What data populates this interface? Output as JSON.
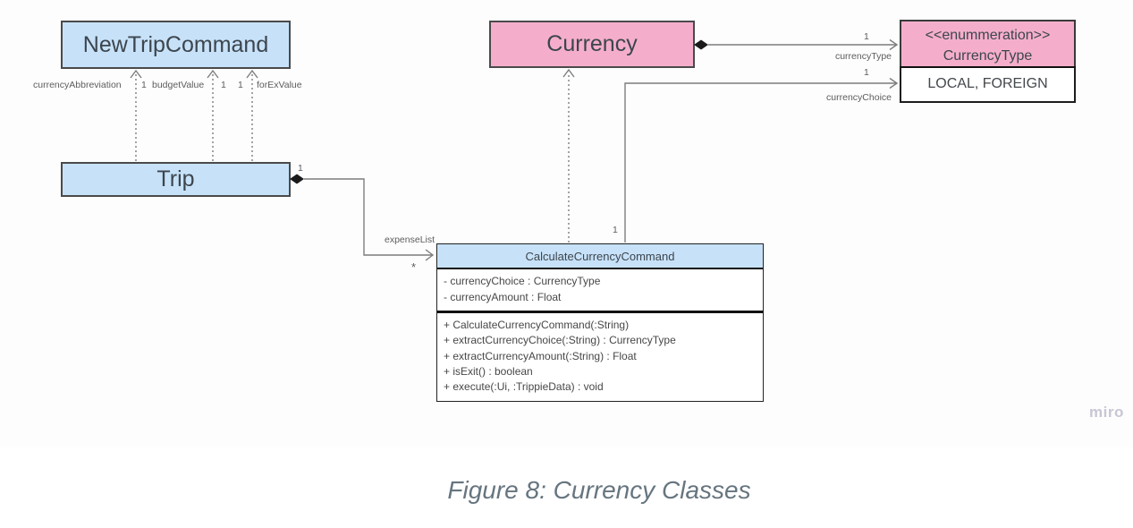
{
  "colors": {
    "box_blue": "#c7e2f8",
    "box_pink": "#f4aecb",
    "box_border": "#4a4a4a",
    "line_gray": "#7d7d7d",
    "caption_color": "#66757f",
    "watermark_color": "#c8c6d3"
  },
  "classes": {
    "new_trip_command": {
      "name": "NewTripCommand"
    },
    "trip": {
      "name": "Trip"
    },
    "currency": {
      "name": "Currency"
    },
    "currency_type": {
      "stereotype": "<<enummeration>>",
      "name": "CurrencyType",
      "literals": "LOCAL, FOREIGN"
    },
    "calculate_currency_command": {
      "name": "CalculateCurrencyCommand",
      "attributes": [
        "- currencyChoice : CurrencyType",
        "- currencyAmount : Float"
      ],
      "methods": [
        "+ CalculateCurrencyCommand(:String)",
        "+ extractCurrencyChoice(:String) : CurrencyType",
        "+ extractCurrencyAmount(:String) : Float",
        "+ isExit() : boolean",
        "+ execute(:Ui, :TrippieData) : void"
      ]
    }
  },
  "connector_labels": {
    "currency_abbreviation": "currencyAbbreviation",
    "mult_budget_left": "1",
    "budget_value": "budgetValue",
    "mult_budget_right": "1",
    "mult_forex": "1",
    "forex_value": "forExValue",
    "trip_mult": "1",
    "expense_list": "expenseList",
    "expense_many": "*",
    "calc_mult": "1",
    "currency_type_mult": "1",
    "currency_type_label": "currencyType",
    "currency_choice_mult": "1",
    "currency_choice_label": "currencyChoice"
  },
  "caption": "Figure 8: Currency Classes",
  "watermark": "miro"
}
